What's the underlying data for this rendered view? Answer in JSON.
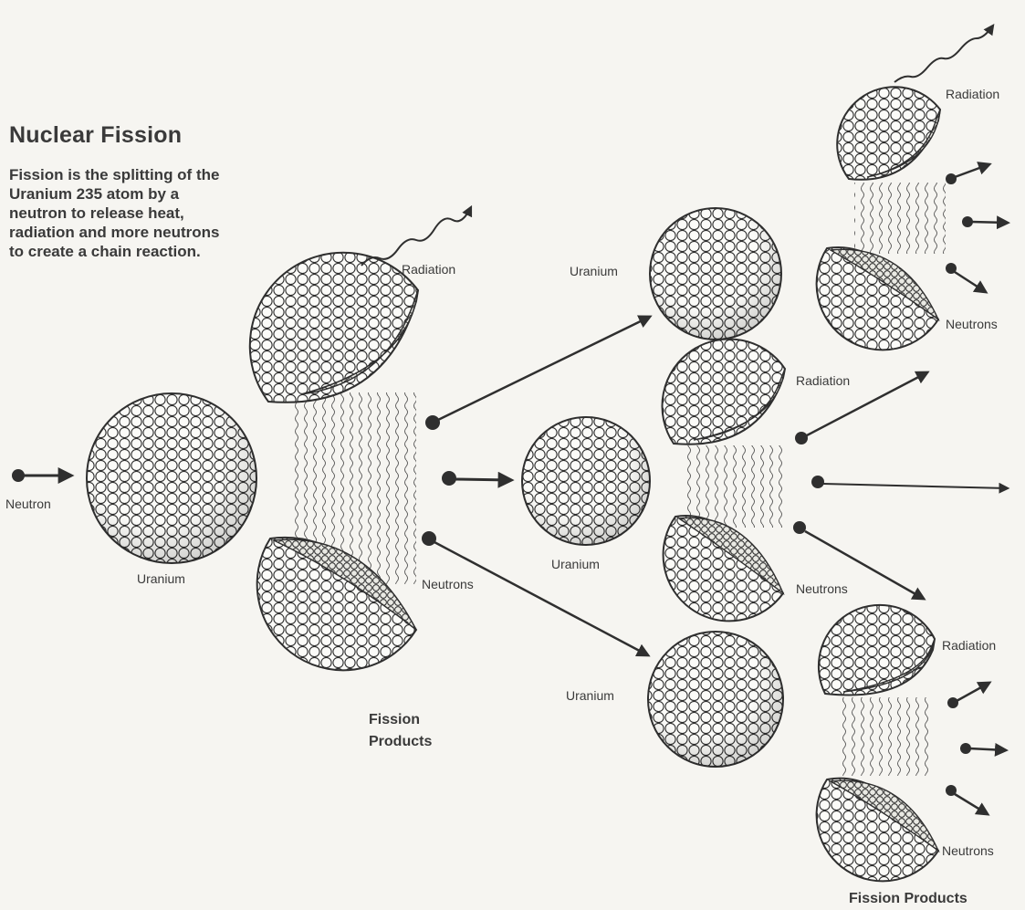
{
  "title": "Nuclear Fission",
  "description": "Fission is the splitting of the Uranium 235 atom by a neutron to release heat, radiation and more neutrons to create a chain reaction.",
  "labels": {
    "neutron": "Neutron",
    "uranium": "Uranium",
    "radiation": "Radiation",
    "neutrons": "Neutrons",
    "fission": "Fission",
    "products": "Products",
    "fission_products": "Fission Products"
  },
  "colors": {
    "ink": "#2f2f2f",
    "paper": "#f6f5f1",
    "sphere_fill": "#fbfbf8"
  }
}
